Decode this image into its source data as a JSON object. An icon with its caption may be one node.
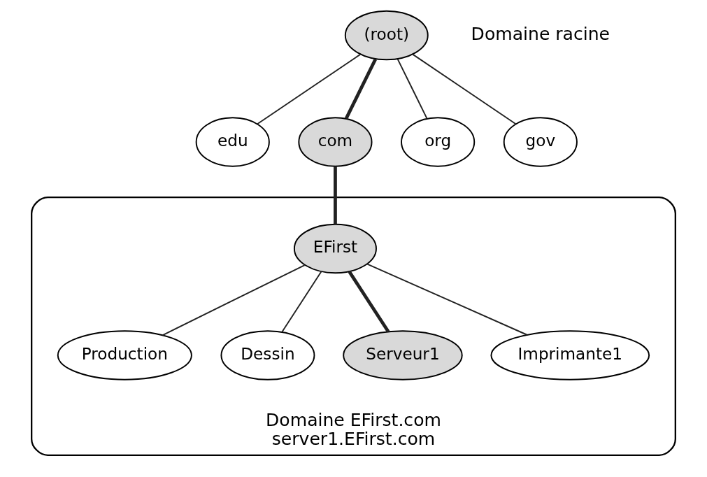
{
  "diagram": {
    "nodes": [
      {
        "text": [
          "(root)"
        ],
        "beside": [
          "Domaine racine"
        ]
      },
      {
        "text": [
          "edu"
        ]
      },
      {
        "text": [
          "com"
        ]
      },
      {
        "text": [
          "org"
        ]
      },
      {
        "text": [
          "gov"
        ]
      },
      {
        "text": [
          "Domaine EFirst.com",
          "server1.EFirst.com"
        ]
      },
      {
        "text": [
          "EFirst"
        ],
        "in": 5
      },
      {
        "text": [
          "Production"
        ],
        "in": 5
      },
      {
        "text": [
          "Dessin"
        ],
        "in": 5
      },
      {
        "text": [
          "Serveur1"
        ],
        "in": 5
      },
      {
        "text": [
          "Imprimante1"
        ],
        "in": 5
      }
    ],
    "edges": [
      {
        "from": 0,
        "to": 1,
        "arrow": "none"
      },
      {
        "from": 0,
        "to": 2,
        "arrow": "none",
        "style": "thick"
      },
      {
        "from": 0,
        "to": 3,
        "arrow": "none"
      },
      {
        "from": 0,
        "to": 4,
        "arrow": "none"
      },
      {
        "from": 2,
        "to": 6,
        "arrow": "none",
        "style": "thick"
      },
      {
        "from": 6,
        "to": 7,
        "arrow": "none"
      },
      {
        "from": 6,
        "to": 8,
        "arrow": "none"
      },
      {
        "from": 6,
        "to": 9,
        "arrow": "none",
        "style": "thick"
      },
      {
        "from": 6,
        "to": 10,
        "arrow": "none"
      }
    ]
  }
}
